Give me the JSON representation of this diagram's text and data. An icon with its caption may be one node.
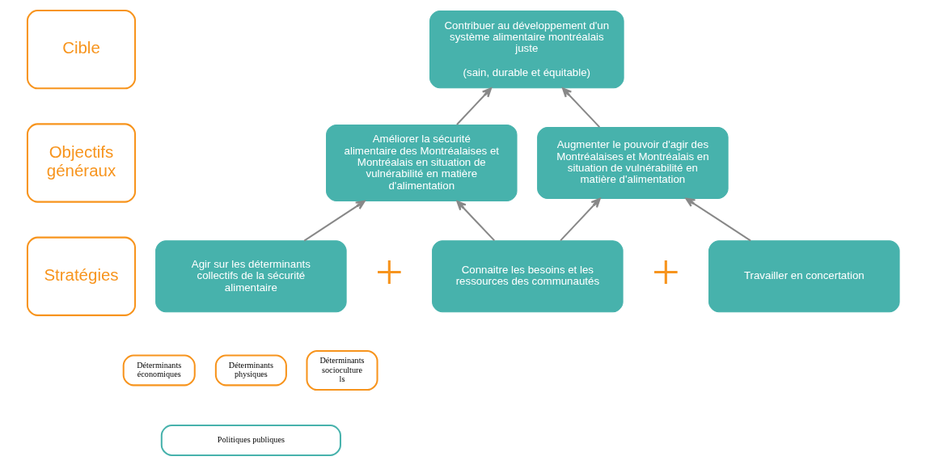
{
  "diagram": {
    "nodes": [
      {
        "text": [
          "Cible"
        ]
      },
      {
        "text": [
          "Objectifs généraux"
        ]
      },
      {
        "text": [
          "Stratégies"
        ]
      },
      {
        "text": [
          "Contribuer au développement d'un système alimentaire montréalais juste",
          "(sain, durable et équitable)"
        ]
      },
      {
        "text": [
          "Améliorer la sécurité alimentaire des Montréalaises et Montréalais en situation de vulnérabilité en matière d'alimentation"
        ]
      },
      {
        "text": [
          "Augmenter le pouvoir d'agir des Montréalaises et Montréalais en situation de vulnérabilité en matière d'alimentation"
        ]
      },
      {
        "text": [
          "Agir sur les déterminants collectifs de la sécurité alimentaire"
        ]
      },
      {
        "text": [
          "Connaitre les besoins et les ressources des communautés"
        ]
      },
      {
        "text": [
          "Travailler en concertation"
        ]
      },
      {
        "text": [
          "Déterminants économiques"
        ]
      },
      {
        "text": [
          "Déterminants physiques"
        ]
      },
      {
        "text": [
          "Déterminants socioculturels"
        ]
      },
      {
        "text": [
          "Politiques publiques"
        ]
      }
    ],
    "edges": [
      {
        "from": 4,
        "to": 3,
        "arrow": "to"
      },
      {
        "from": 5,
        "to": 3,
        "arrow": "to"
      },
      {
        "from": 6,
        "to": 4,
        "arrow": "to"
      },
      {
        "from": 7,
        "to": 4,
        "arrow": "to"
      },
      {
        "from": 7,
        "to": 5,
        "arrow": "to"
      },
      {
        "from": 8,
        "to": 5,
        "arrow": "to"
      }
    ],
    "labels": [
      "+",
      "+"
    ]
  }
}
